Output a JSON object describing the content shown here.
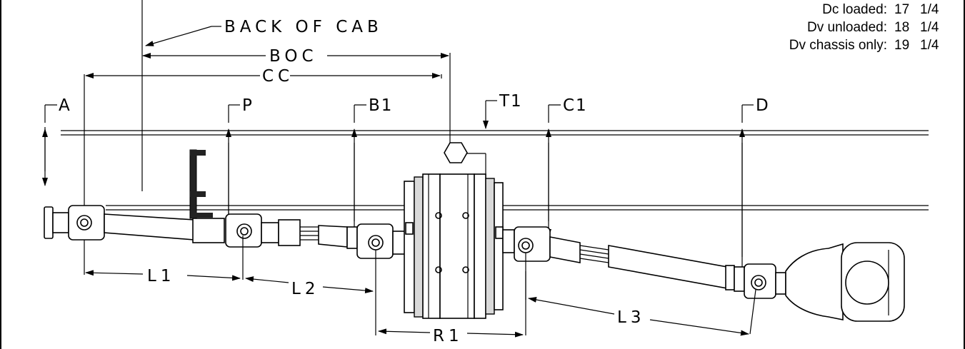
{
  "diagram": {
    "back_of_cab_label": "BACK OF CAB",
    "boc_label": "BOC",
    "cc_label": "CC",
    "point_labels": {
      "a": "A",
      "p": "P",
      "b1": "B1",
      "t1": "T1",
      "c1": "C1",
      "d": "D"
    },
    "length_labels": {
      "l1": "L1",
      "l2": "L2",
      "l3": "L3",
      "r1": "R1"
    }
  },
  "specs": [
    {
      "label": "Dc loaded:",
      "whole": "17",
      "fraction": "1/4"
    },
    {
      "label": "Dv unloaded:",
      "whole": "18",
      "fraction": "1/4"
    },
    {
      "label": "Dv chassis only:",
      "whole": "19",
      "fraction": "1/4"
    }
  ]
}
